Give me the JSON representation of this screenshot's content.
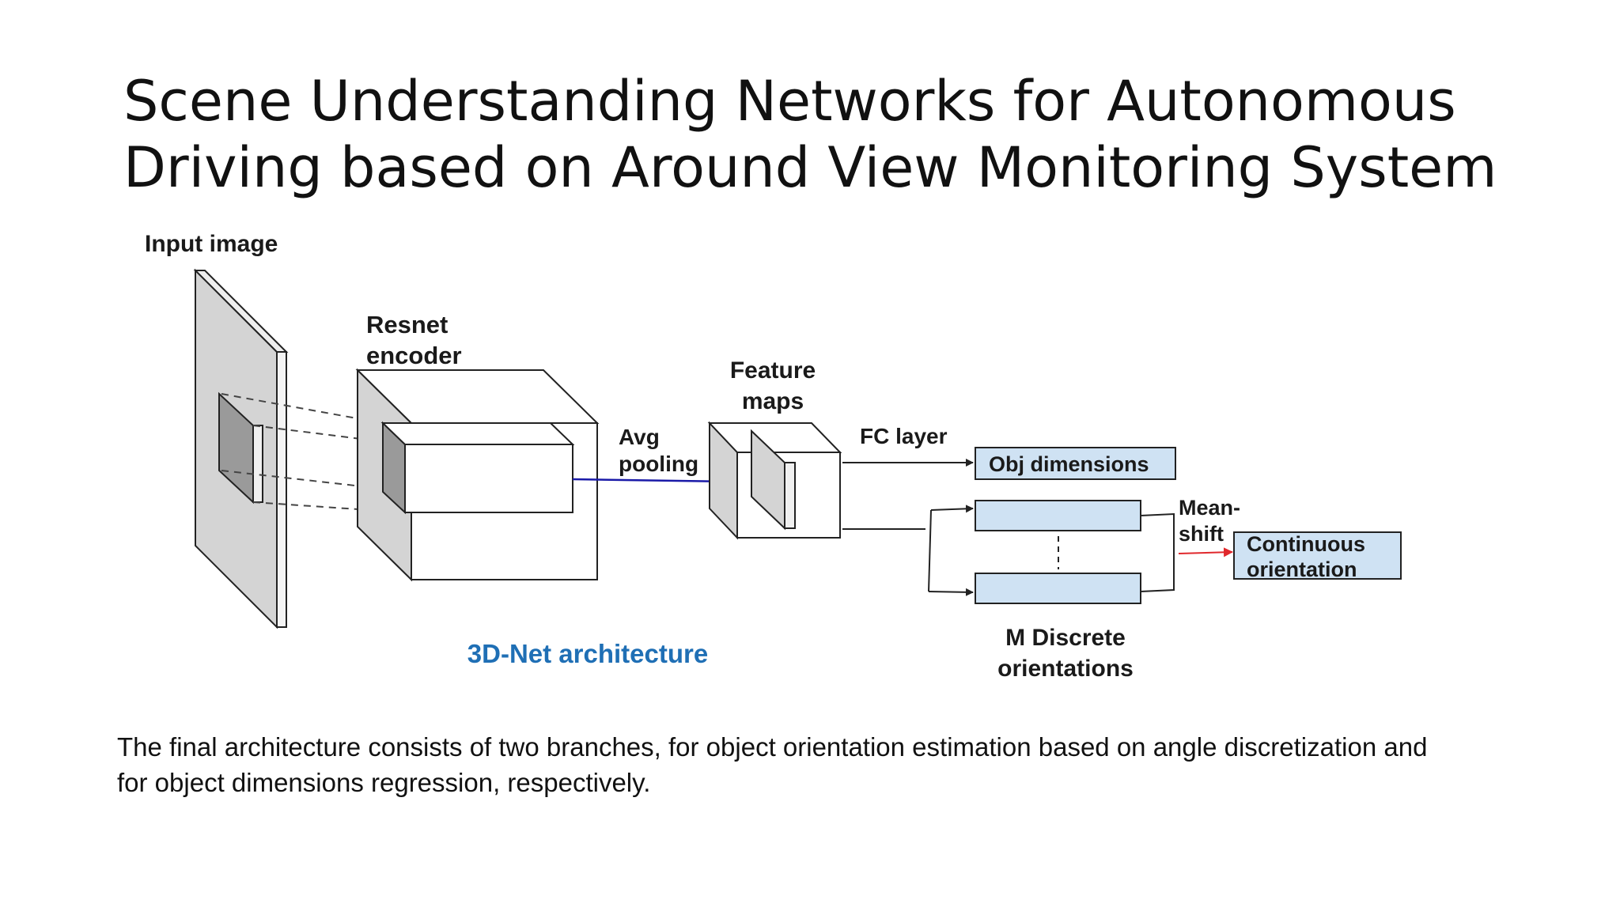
{
  "slide": {
    "title_line1": "Scene Understanding Networks for Autonomous",
    "title_line2": "Driving based on Around View Monitoring System",
    "description": "The final architecture consists of two branches, for object orientation estimation based on angle discretization and for object dimensions regression, respectively."
  },
  "diagram": {
    "caption": "3D-Net architecture",
    "labels": {
      "input_image": "Input image",
      "resnet_line1": "Resnet",
      "resnet_line2": "encoder",
      "avg_line1": "Avg",
      "avg_line2": "pooling",
      "feature_line1": "Feature",
      "feature_line2": "maps",
      "fc_layer": "FC layer",
      "obj_dimensions": "Obj dimensions",
      "meanshift_line1": "Mean-",
      "meanshift_line2": "shift",
      "continuous_line1": "Continuous",
      "continuous_line2": "orientation",
      "discrete_line1": "M Discrete",
      "discrete_line2": "orientations"
    },
    "colors": {
      "box_fill": "#cfe2f3",
      "plane_fill": "#d4d4d4",
      "patch_fill": "#9a9a9a",
      "pooling_arrow": "#1a1aa8",
      "meanshift_arrow": "#e0282c",
      "caption": "#1f6fb5"
    }
  }
}
